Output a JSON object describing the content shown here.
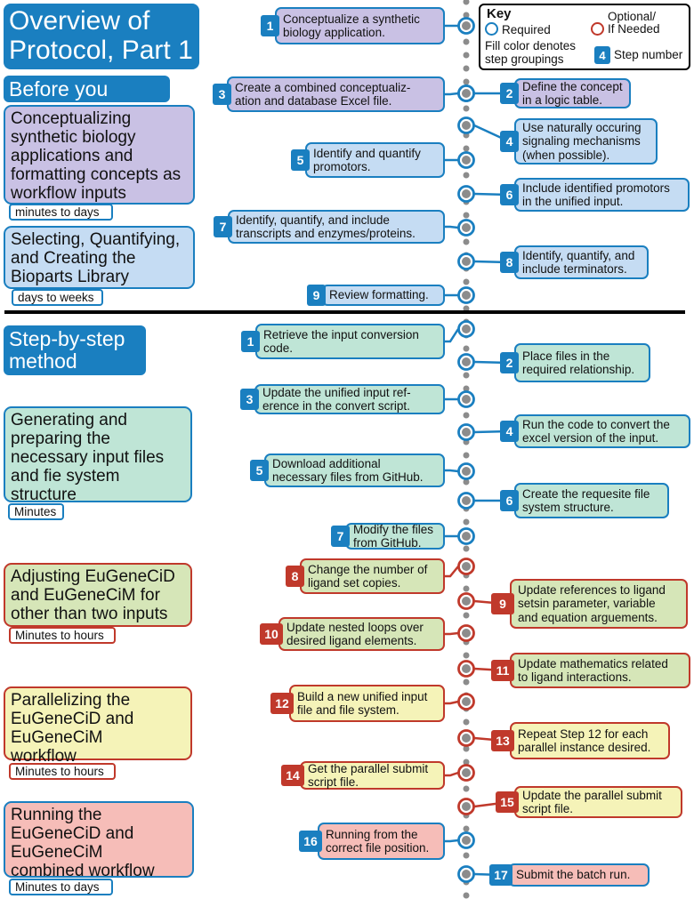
{
  "titles": {
    "main": "Overview of\nProtocol, Part 1",
    "before": "Before you Begin",
    "stepbystep": "Step-by-step\nmethod details"
  },
  "key": {
    "heading": "Key",
    "required": "Required",
    "optional": "Optional/\nIf Needed",
    "fill": "Fill color denotes\nstep groupings",
    "stepnum_badge": "4",
    "stepnum": "Step number"
  },
  "phases": [
    {
      "label": "Conceptualizing\nsynthetic biology\napplications and\nformatting concepts as\nworkflow inputs",
      "duration": "minutes to days",
      "fill": "#c9c1e4"
    },
    {
      "label": "Selecting, Quantifying,\nand Creating the\nBioparts Library",
      "duration": "days to weeks",
      "fill": "#c5dcf3"
    },
    {
      "label": "Generating and\npreparing the\nnecessary input files\nand fie system\nstructure",
      "duration": "Minutes",
      "fill": "#bfe5d6"
    },
    {
      "label": "Adjusting EuGeneCiD\nand EuGeneCiM for\nother than two inputs",
      "duration": "Minutes to hours",
      "fill": "#d6e6b8"
    },
    {
      "label": "Parallelizing the\nEuGeneCiD and\nEuGeneCiM\nworkflow",
      "duration": "Minutes to hours",
      "fill": "#f5f3b8"
    },
    {
      "label": "Running the\nEuGeneCiD and\nEuGeneCiM\ncombined workflow",
      "duration": "Minutes to days",
      "fill": "#f6bdb8"
    }
  ],
  "steps_part1": [
    {
      "n": "1",
      "text": "Conceptualize a synthetic\nbiology application."
    },
    {
      "n": "2",
      "text": "Define the concept\nin a logic table."
    },
    {
      "n": "3",
      "text": "Create a combined conceptualiz-\nation and database Excel file."
    },
    {
      "n": "4",
      "text": "Use naturally occuring\nsignaling mechanisms\n(when possible)."
    },
    {
      "n": "5",
      "text": "Identify and quantify\npromotors."
    },
    {
      "n": "6",
      "text": "Include identified promotors\nin the unified input."
    },
    {
      "n": "7",
      "text": "Identify, quantify, and include\ntranscripts and enzymes/proteins."
    },
    {
      "n": "8",
      "text": "Identify, quantify, and\ninclude terminators."
    },
    {
      "n": "9",
      "text": "Review formatting."
    }
  ],
  "steps_part2": [
    {
      "n": "1",
      "text": "Retrieve the input conversion\ncode."
    },
    {
      "n": "2",
      "text": "Place files in the\nrequired relationship."
    },
    {
      "n": "3",
      "text": "Update the unified input ref-\nerence in the convert script."
    },
    {
      "n": "4",
      "text": "Run the code to convert the\nexcel version of the input."
    },
    {
      "n": "5",
      "text": "Download additional\nnecessary files from GitHub."
    },
    {
      "n": "6",
      "text": "Create the requesite file\nsystem structure."
    },
    {
      "n": "7",
      "text": "Modify the files\nfrom GitHub."
    },
    {
      "n": "8",
      "text": "Change the number of\nligand set copies."
    },
    {
      "n": "9",
      "text": "Update references to ligand\nsetsin parameter, variable\nand equation arguements."
    },
    {
      "n": "10",
      "text": "Update nested loops over\ndesired ligand elements."
    },
    {
      "n": "11",
      "text": "Update mathematics related\nto ligand interactions."
    },
    {
      "n": "12",
      "text": "Build a new unified input\nfile and file system."
    },
    {
      "n": "13",
      "text": "Repeat Step 12 for each\nparallel instance desired."
    },
    {
      "n": "14",
      "text": "Get the parallel submit\nscript file."
    },
    {
      "n": "15",
      "text": "Update the parallel submit\nscript file."
    },
    {
      "n": "16",
      "text": "Running from the\ncorrect file position."
    },
    {
      "n": "17",
      "text": "Submit the batch run."
    }
  ],
  "colors": {
    "blue": "#1a7fc0",
    "red": "#c0392b",
    "purple": "#c9c1e4",
    "lightblue": "#c5dcf3",
    "teal": "#bfe5d6",
    "green": "#d6e6b8",
    "yellow": "#f5f3b8",
    "pink": "#f6bdb8"
  }
}
